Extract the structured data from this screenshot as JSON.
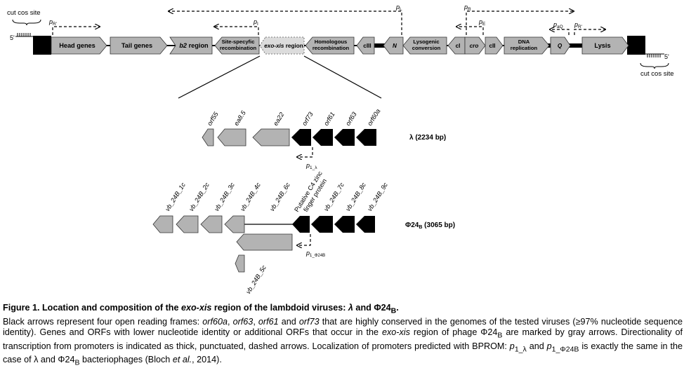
{
  "map": {
    "genes": {
      "head": "Head genes",
      "tail": "Tail genes",
      "b2_italic": "b2",
      "b2_rest": " region",
      "site_specific_line1": "Site-specyfic",
      "site_specific_line2": "recombination",
      "exo_xis_italic": "exo-xis",
      "exo_xis_rest": " region",
      "homologous_line1": "Homologous",
      "homologous_line2": "recombination",
      "ciii": "cIII",
      "n": "N",
      "lysogenic_line1": "Lysogenic",
      "lysogenic_line2": "conversion",
      "ci": "cI",
      "cro": "cro",
      "cii": "cII",
      "dna_line1": "DNA",
      "dna_line2": "replication",
      "q": "Q",
      "lysis": "Lysis"
    },
    "promoters": {
      "pR_prime_left": {
        "p": "p",
        "sub": "R'"
      },
      "pI": {
        "p": "p",
        "sub": "I"
      },
      "pL": {
        "p": "p",
        "sub": "L"
      },
      "pR": {
        "p": "p",
        "sub": "R"
      },
      "pE": {
        "p": "p",
        "sub": "E"
      },
      "paQ": {
        "p": "p",
        "sub": "aQ"
      },
      "pR_prime_right": {
        "p": "p",
        "sub": "R'"
      }
    },
    "cos": {
      "left_label": "cut cos site",
      "right_label": "cut cos site",
      "five_prime_left": "5'",
      "five_prime_right": "5'"
    }
  },
  "lambda_region": {
    "orfs": [
      "orf55",
      "ea8.5",
      "ea22",
      "orf73",
      "orf61",
      "orf63",
      "orf60a"
    ],
    "label": "λ  (2234 bp)",
    "promoter": {
      "p": "p",
      "sub": "1_λ"
    }
  },
  "phi_region": {
    "orfs": [
      "vb_24B_1c",
      "vb_24B_2c",
      "vb_24B_3c",
      "vb_24B_4c",
      "vb_24B_6c",
      "vb_24B_7c",
      "vb_24B_8c",
      "vb_24B_9c",
      "vb_24B_5c"
    ],
    "putative_line1": "Putative C4 zinc",
    "putative_line2": "finger protein",
    "label_main": "Φ24",
    "label_sub": "B",
    "label_rest": " (3065 bp)",
    "promoter": {
      "p": "p",
      "sub": "1_Φ24B"
    }
  },
  "caption": {
    "title": "Figure 1. Location and composition of the ",
    "title_italic": "exo-xis",
    "title_mid": " region of the lambdoid viruses: ",
    "title_lambda": "λ",
    "title_and": " and Φ24",
    "title_sub": "B",
    "title_end": ".",
    "s1": "Black arrows represent four open reading frames: ",
    "s1_orf60a": "orf60a",
    "s1_comma1": ", ",
    "s1_orf63": "orf63",
    "s1_comma2": ", ",
    "s1_orf61": "orf61",
    "s1_and": " and ",
    "s1_orf73": "orf73",
    "s2": " that are highly conserved in the genomes of the tested viruses (≥97% nucleotide sequence identity). Genes and ORFs with lower nucleotide identity or additional ORFs that occur in the ",
    "s2_exoxis": "exo-xis",
    "s3": " region of phage Φ24",
    "s3_sub": "B",
    "s4": " are marked by gray arrows. Directionality of transcription from promoters is indicated as thick, punctuated, dashed arrows. Localization of promoters predicted with BPROM: ",
    "s4_p1": "p",
    "s4_p1_sub": "1_λ",
    "s4_and": " and ",
    "s4_p2": "p",
    "s4_p2_sub": "1_Φ24B",
    "s5": " is exactly the same in the case of λ and Φ24",
    "s5_sub": "B",
    "s6": " bacteriophages (Bloch ",
    "s6_etal": "et al.",
    "s7": ", 2014)."
  },
  "colors": {
    "gray_fill": "#b3b3b3",
    "light_fill": "#dcdcdc",
    "black": "#000000",
    "outline": "#333333"
  }
}
